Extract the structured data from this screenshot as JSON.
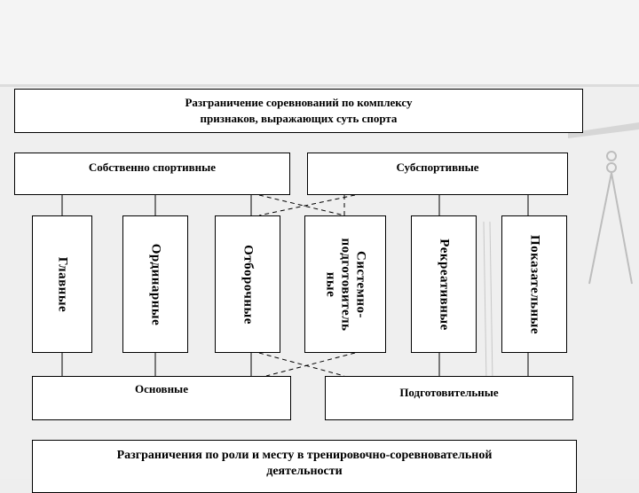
{
  "title": "Разграничение соревнований по комплексу\nпризнаков, выражающих суть спорта",
  "groups": {
    "own": "Собственно спортивные",
    "sub": "Субспортивные"
  },
  "categories": [
    "Главные",
    "Ординарные",
    "Отборочные",
    "Системно-\nподготовитель\nные",
    "Рекреативные",
    "Показательные"
  ],
  "roles": {
    "main": "Основные",
    "prep": "Подготовительные"
  },
  "footer": "Разграничения по роли и месту в тренировочно-соревновательной\nдеятельности"
}
